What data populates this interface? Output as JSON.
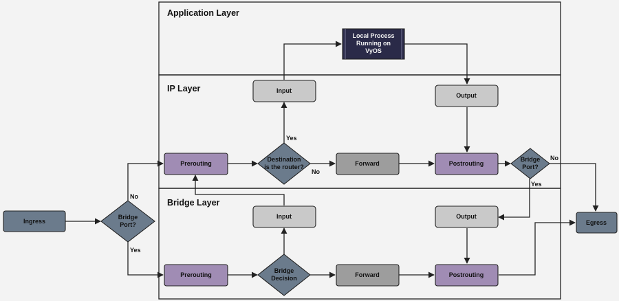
{
  "layers": {
    "application": "Application Layer",
    "ip": "IP Layer",
    "bridge": "Bridge Layer"
  },
  "nodes": {
    "ingress": "Ingress",
    "egress": "Egress",
    "bridge_port_in": [
      "Bridge",
      "Port?"
    ],
    "local_process": [
      "Local Process",
      "Running on",
      "VyOS"
    ],
    "ip_prerouting": "Prerouting",
    "ip_decision": [
      "Destination",
      "is the router?"
    ],
    "ip_input": "Input",
    "ip_forward": "Forward",
    "ip_output": "Output",
    "ip_postrouting": "Postrouting",
    "bridge_port_out": [
      "Bridge",
      "Port?"
    ],
    "br_prerouting": "Prerouting",
    "br_decision": [
      "Bridge",
      "Decision"
    ],
    "br_input": "Input",
    "br_forward": "Forward",
    "br_output": "Output",
    "br_postrouting": "Postrouting"
  },
  "edge_labels": {
    "port_in_no": "No",
    "port_in_yes": "Yes",
    "decision_yes": "Yes",
    "decision_no": "No",
    "port_out_no": "No",
    "port_out_yes": "Yes"
  },
  "colors": {
    "slate": "#6b7b8c",
    "purple": "#a08cb4",
    "light_gray": "#c9c9c9",
    "dark_gray": "#9d9d9d",
    "navy": "#2a2a48"
  }
}
